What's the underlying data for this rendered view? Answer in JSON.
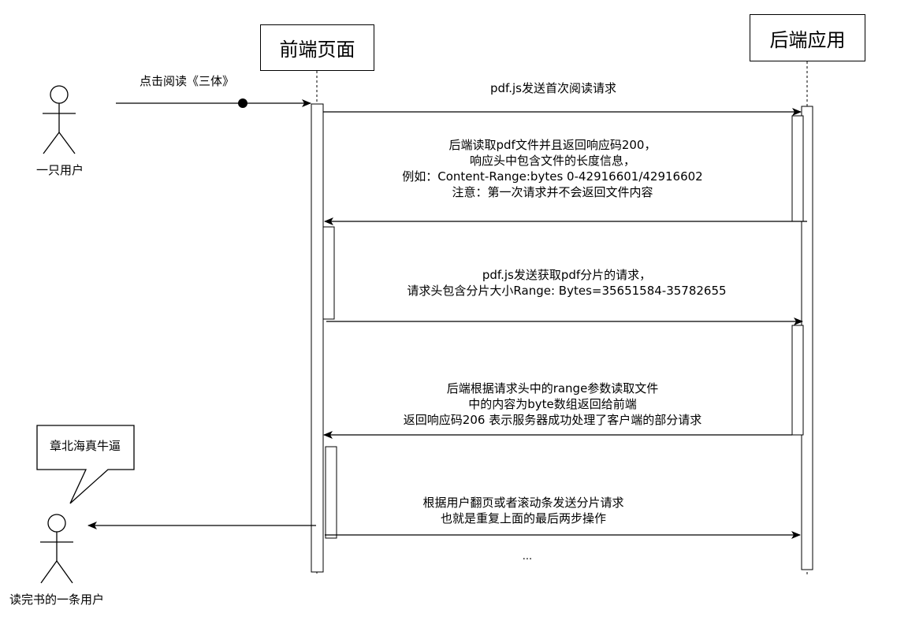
{
  "participants": {
    "frontend": "前端页面",
    "backend": "后端应用"
  },
  "actors": {
    "user1": "一只用户",
    "user2": "读完书的一条用户"
  },
  "callout": "章北海真牛逼",
  "messages": {
    "m0": "点击阅读《三体》",
    "m1": "pdf.js发送首次阅读请求",
    "m2": [
      "后端读取pdf文件并且返回响应码200，",
      "响应头中包含文件的长度信息，",
      "例如：Content-Range:bytes 0-42916601/42916602",
      "注意：第一次请求并不会返回文件内容"
    ],
    "m3": [
      "pdf.js发送获取pdf分片的请求，",
      "请求头包含分片大小Range: Bytes=35651584-35782655"
    ],
    "m4": [
      "后端根据请求头中的range参数读取文件",
      "中的内容为byte数组返回给前端",
      "返回响应码206 表示服务器成功处理了客户端的部分请求"
    ],
    "m5": [
      "根据用户翻页或者滚动条发送分片请求",
      "也就是重复上面的最后两步操作"
    ],
    "ellipsis": "..."
  }
}
